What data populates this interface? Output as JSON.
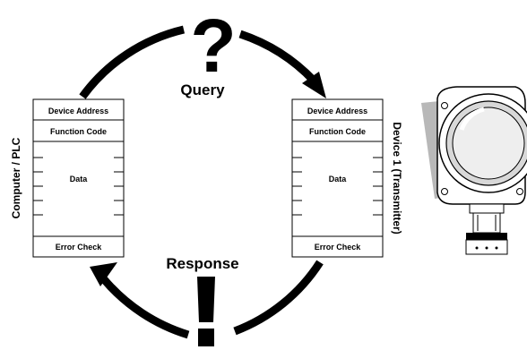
{
  "query": {
    "label": "Query",
    "symbol": "?"
  },
  "response": {
    "label": "Response",
    "symbol": "!"
  },
  "master": {
    "label": "Computer / PLC",
    "frame": {
      "address": "Device Address",
      "function": "Function Code",
      "data": "Data",
      "check": "Error Check"
    }
  },
  "slave": {
    "label": "Device 1 (Transmitter)",
    "frame": {
      "address": "Device Address",
      "function": "Function Code",
      "data": "Data",
      "check": "Error Check"
    }
  },
  "icons": {
    "device": "transmitter-device-icon",
    "query_arrow": "arrow-clockwise-icon",
    "response_arrow": "arrow-clockwise-icon"
  },
  "colors": {
    "stroke": "#000000",
    "shadow": "#b8b8b8",
    "body": "#ffffff"
  }
}
